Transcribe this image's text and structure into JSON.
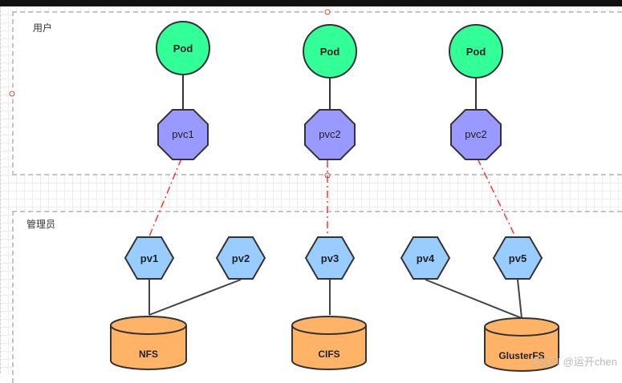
{
  "groups": {
    "user_label": "用户",
    "admin_label": "管理员"
  },
  "pods": [
    {
      "label": "Pod"
    },
    {
      "label": "Pod"
    },
    {
      "label": "Pod"
    }
  ],
  "pvcs": [
    {
      "label": "pvc1"
    },
    {
      "label": "pvc2"
    },
    {
      "label": "pvc2"
    }
  ],
  "pvs": [
    {
      "label": "pv1"
    },
    {
      "label": "pv2"
    },
    {
      "label": "pv3"
    },
    {
      "label": "pv4"
    },
    {
      "label": "pv5"
    }
  ],
  "storages": [
    {
      "label": "NFS"
    },
    {
      "label": "CIFS"
    },
    {
      "label": "GlusterFS"
    }
  ],
  "watermark": "CSDN @运开chen",
  "colors": {
    "pod_fill": "#33ff99",
    "pvc_fill": "#9999ff",
    "pv_fill": "#99ccff",
    "storage_fill": "#ffb366",
    "bind_line": "#ff3333",
    "stroke": "#333333"
  }
}
